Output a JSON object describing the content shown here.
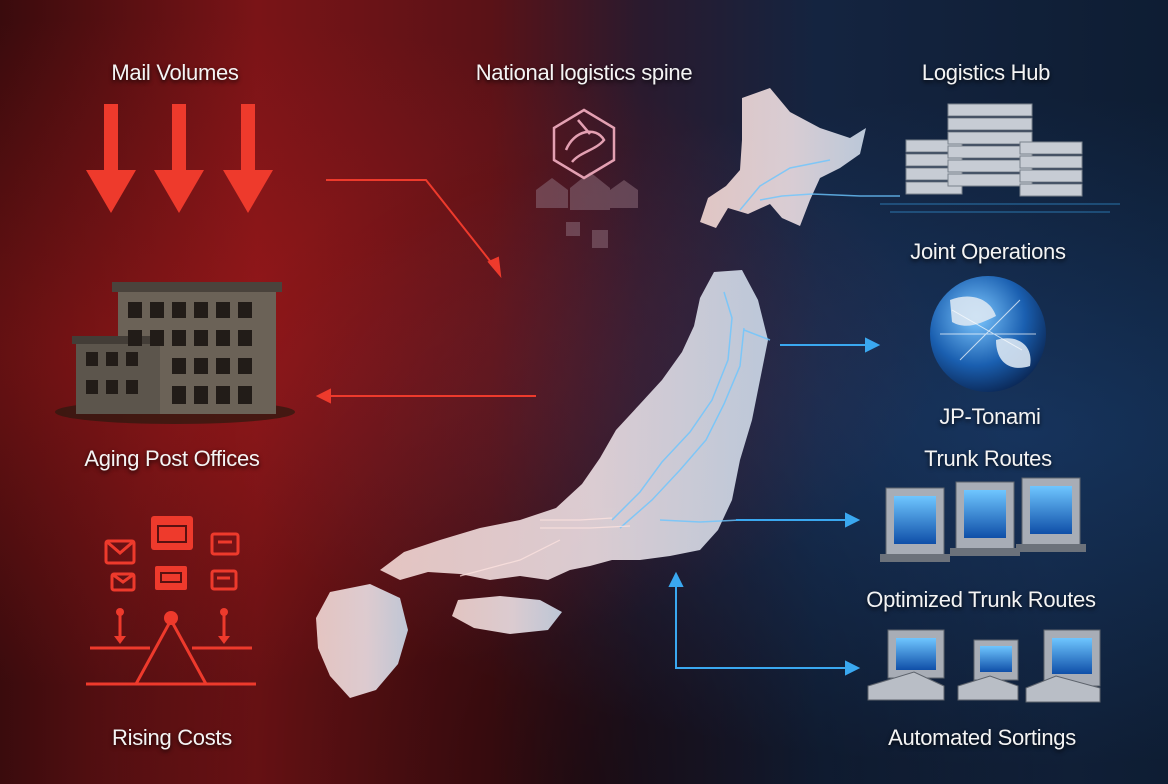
{
  "labels": {
    "mail_volumes": "Mail Volumes",
    "national_spine": "National logistics spine",
    "logistics_hub": "Logistics Hub",
    "joint_operations": "Joint Operations",
    "aging_post_offices": "Aging Post Offices",
    "jp_tonami": "JP-Tonami",
    "trunk_routes": "Trunk Routes",
    "optimized_trunk_routes": "Optimized Trunk Routes",
    "rising_costs": "Rising Costs",
    "automated_sortings": "Automated Sortings"
  },
  "colors": {
    "red_accent": "#e8382b",
    "blue_accent": "#3aa8f0",
    "map_fill": "#e8c9c6"
  },
  "icons": [
    "down-arrow-icon",
    "building-icon",
    "mail-envelope-icon",
    "balance-icon",
    "globe-icon",
    "server-stack-icon",
    "sorting-machine-icon",
    "japan-post-logo-icon"
  ]
}
